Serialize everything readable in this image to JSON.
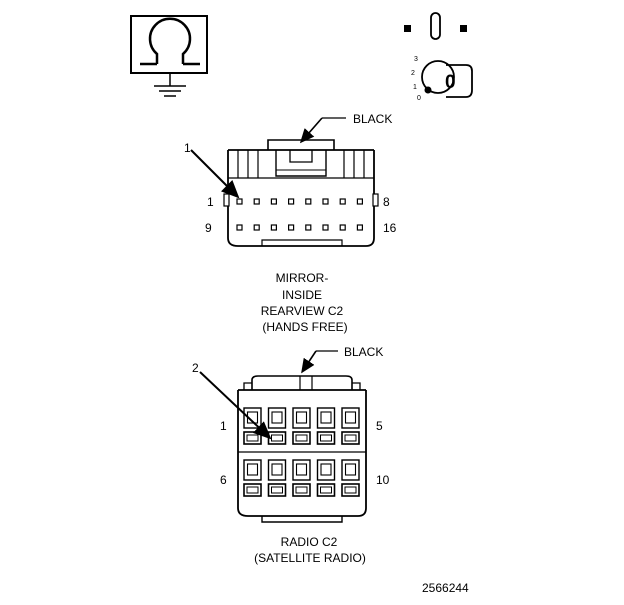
{
  "symbols": {
    "ground_symbol": "ground-symbol",
    "ignition_symbol": "ignition-key-symbol",
    "ignition_positions": [
      "3",
      "2",
      "1",
      "0"
    ],
    "key_label": "0"
  },
  "mirror_connector": {
    "color_label": "BLACK",
    "callout": "1",
    "pin_labels": {
      "top_left": "1",
      "top_right": "8",
      "bottom_left": "9",
      "bottom_right": "16"
    },
    "name_lines": [
      "MIRROR-",
      "INSIDE",
      "REARVIEW C2",
      "(HANDS FREE)"
    ]
  },
  "radio_connector": {
    "color_label": "BLACK",
    "callout": "2",
    "pin_labels": {
      "top_left": "1",
      "top_right": "5",
      "bottom_left": "6",
      "bottom_right": "10"
    },
    "name_lines": [
      "RADIO C2",
      "(SATELLITE RADIO)"
    ]
  },
  "figure_number": "2566244"
}
